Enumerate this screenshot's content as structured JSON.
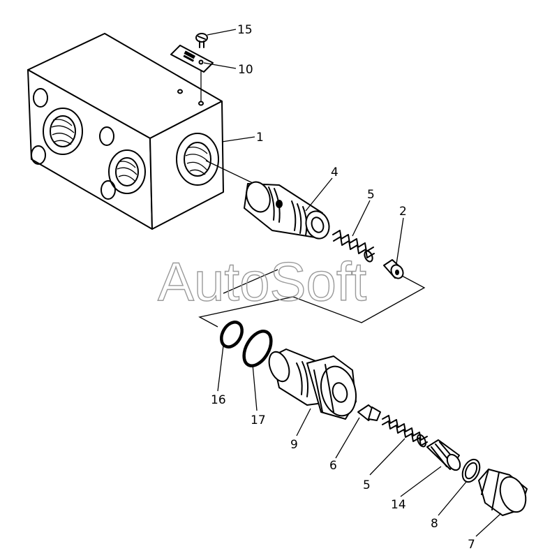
{
  "watermark": "AutoSoft",
  "callouts": {
    "c1": "1",
    "c2": "2",
    "c4": "4",
    "c5a": "5",
    "c5b": "5",
    "c6": "6",
    "c7": "7",
    "c8": "8",
    "c9": "9",
    "c10": "10",
    "c14": "14",
    "c15": "15",
    "c16": "16",
    "c17": "17"
  }
}
